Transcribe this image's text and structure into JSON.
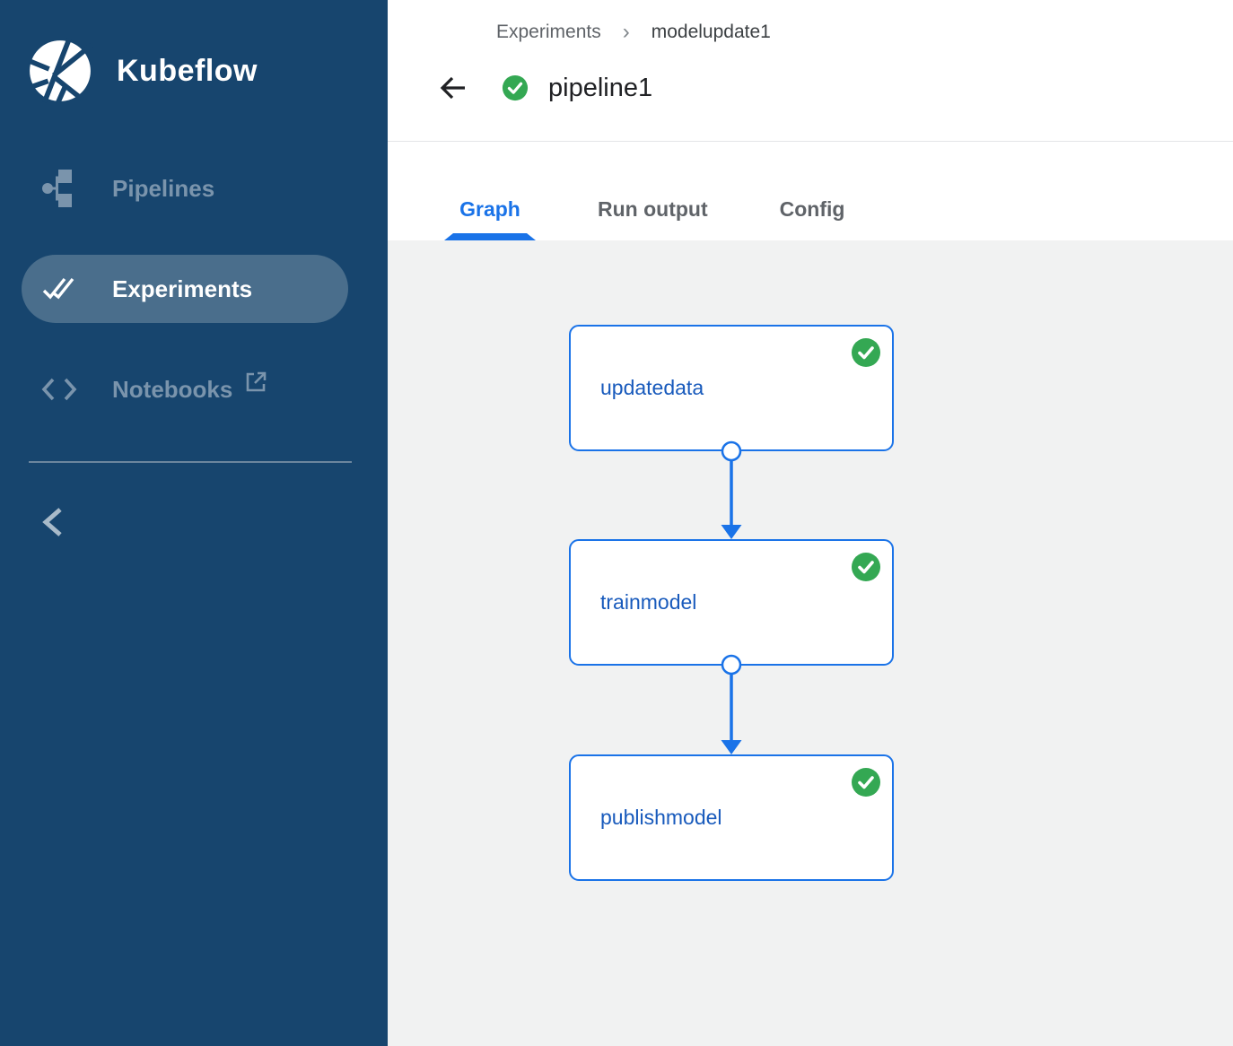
{
  "brand": {
    "name": "Kubeflow"
  },
  "sidebar": {
    "items": [
      {
        "label": "Pipelines",
        "icon": "pipelines-flow-icon",
        "active": false
      },
      {
        "label": "Experiments",
        "icon": "double-check-icon",
        "active": true
      },
      {
        "label": "Notebooks",
        "icon": "code-brackets-icon",
        "external_icon": "open-in-new-icon",
        "active": false
      }
    ],
    "collapse_icon": "chevron-left-icon"
  },
  "header": {
    "breadcrumb": {
      "parent": "Experiments",
      "separator": "›",
      "current": "modelupdate1"
    },
    "back_icon": "arrow-left-icon",
    "status_icon": "check-circle-success-icon",
    "title": "pipeline1"
  },
  "tabs": {
    "items": [
      {
        "label": "Graph",
        "active": true
      },
      {
        "label": "Run output",
        "active": false
      },
      {
        "label": "Config",
        "active": false
      }
    ]
  },
  "graph": {
    "nodes": [
      {
        "label": "updatedata",
        "status_icon": "check-circle-success-icon"
      },
      {
        "label": "trainmodel",
        "status_icon": "check-circle-success-icon"
      },
      {
        "label": "publishmodel",
        "status_icon": "check-circle-success-icon"
      }
    ],
    "edges": [
      {
        "from": "updatedata",
        "to": "trainmodel"
      },
      {
        "from": "trainmodel",
        "to": "publishmodel"
      }
    ]
  },
  "colors": {
    "sidebar_bg": "#17456e",
    "sidebar_active_bg": "#4a6e8c",
    "sidebar_muted": "#7a94ac",
    "accent_blue": "#1a73e8",
    "node_label_blue": "#185abc",
    "success_green": "#34a853",
    "canvas_bg": "#f1f2f2",
    "tab_inactive": "#5f6368",
    "title_text": "#202124",
    "breadcrumb_text": "#5f6368"
  }
}
